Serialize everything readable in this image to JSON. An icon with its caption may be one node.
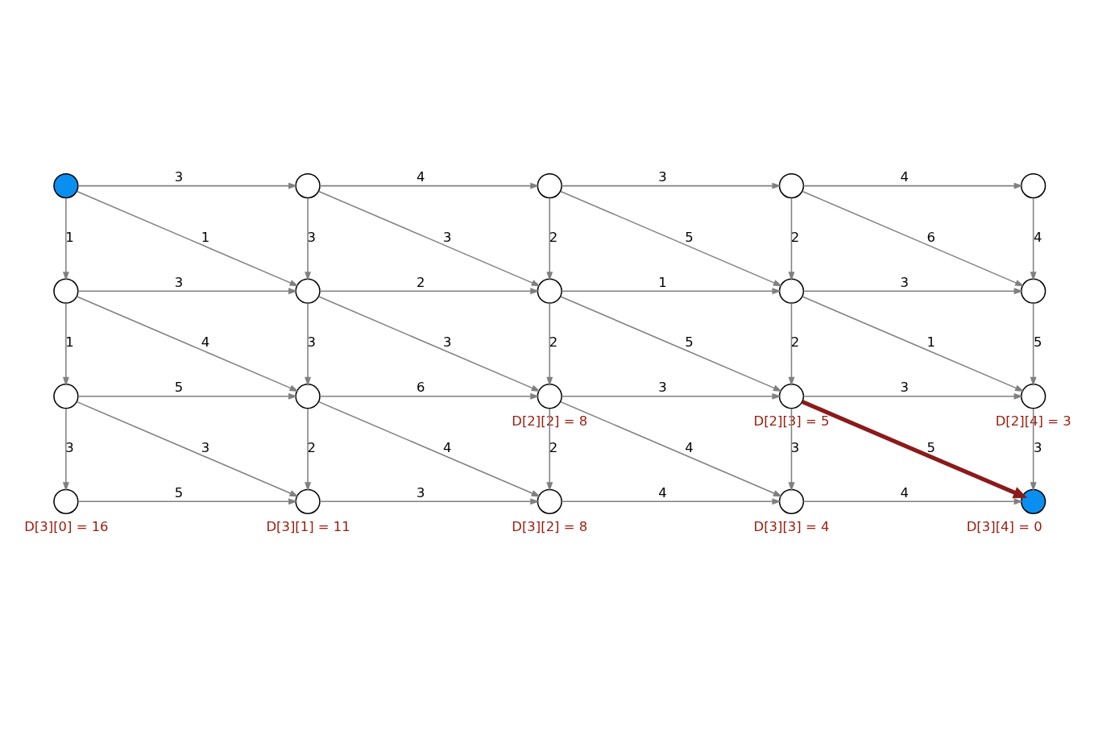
{
  "diagram": {
    "nodes": [
      {
        "text": [],
        "shape": "circle"
      },
      {
        "text": [],
        "shape": "circle"
      },
      {
        "text": [],
        "shape": "circle"
      },
      {
        "text": [],
        "shape": "circle"
      },
      {
        "text": [],
        "shape": "circle"
      },
      {
        "text": [],
        "shape": "circle"
      },
      {
        "text": [],
        "shape": "circle"
      },
      {
        "text": [],
        "shape": "circle"
      },
      {
        "text": [],
        "shape": "circle"
      },
      {
        "text": [],
        "shape": "circle"
      },
      {
        "text": [],
        "shape": "circle"
      },
      {
        "text": [],
        "shape": "circle"
      },
      {
        "text": [],
        "shape": "circle",
        "beside": [
          "D[2][2] = 8"
        ]
      },
      {
        "text": [],
        "shape": "circle",
        "beside": [
          "D[2][3] = 5"
        ]
      },
      {
        "text": [],
        "shape": "circle",
        "beside": [
          "D[2][4] = 3"
        ]
      },
      {
        "text": [],
        "shape": "circle",
        "beside": [
          "D[3][0] = 16"
        ]
      },
      {
        "text": [],
        "shape": "circle",
        "beside": [
          "D[3][1] = 11"
        ]
      },
      {
        "text": [],
        "shape": "circle",
        "beside": [
          "D[3][2] = 8"
        ]
      },
      {
        "text": [],
        "shape": "circle",
        "beside": [
          "D[3][3] = 4"
        ]
      },
      {
        "text": [],
        "shape": "circle",
        "beside": [
          "D[3][4] = 0"
        ]
      }
    ],
    "edges": [
      {
        "from": 0,
        "to": 1,
        "arrow": "to",
        "label": "3"
      },
      {
        "from": 1,
        "to": 2,
        "arrow": "to",
        "label": "4"
      },
      {
        "from": 2,
        "to": 3,
        "arrow": "to",
        "label": "3"
      },
      {
        "from": 3,
        "to": 4,
        "arrow": "to",
        "label": "4"
      },
      {
        "from": 0,
        "to": 5,
        "arrow": "to",
        "label": "1"
      },
      {
        "from": 0,
        "to": 6,
        "arrow": "to",
        "label": "1"
      },
      {
        "from": 1,
        "to": 6,
        "arrow": "to",
        "label": "3"
      },
      {
        "from": 1,
        "to": 7,
        "arrow": "to",
        "label": "3"
      },
      {
        "from": 2,
        "to": 7,
        "arrow": "to",
        "label": "2"
      },
      {
        "from": 2,
        "to": 8,
        "arrow": "to",
        "label": "5"
      },
      {
        "from": 3,
        "to": 8,
        "arrow": "to",
        "label": "2"
      },
      {
        "from": 3,
        "to": 9,
        "arrow": "to",
        "label": "6"
      },
      {
        "from": 4,
        "to": 9,
        "arrow": "to",
        "label": "4"
      },
      {
        "from": 5,
        "to": 6,
        "arrow": "to",
        "label": "3"
      },
      {
        "from": 6,
        "to": 7,
        "arrow": "to",
        "label": "2"
      },
      {
        "from": 7,
        "to": 8,
        "arrow": "to",
        "label": "1"
      },
      {
        "from": 8,
        "to": 9,
        "arrow": "to",
        "label": "3"
      },
      {
        "from": 5,
        "to": 10,
        "arrow": "to",
        "label": "1"
      },
      {
        "from": 5,
        "to": 11,
        "arrow": "to",
        "label": "4"
      },
      {
        "from": 6,
        "to": 11,
        "arrow": "to",
        "label": "3"
      },
      {
        "from": 6,
        "to": 12,
        "arrow": "to",
        "label": "3"
      },
      {
        "from": 7,
        "to": 12,
        "arrow": "to",
        "label": "2"
      },
      {
        "from": 7,
        "to": 13,
        "arrow": "to",
        "label": "5"
      },
      {
        "from": 8,
        "to": 13,
        "arrow": "to",
        "label": "2"
      },
      {
        "from": 8,
        "to": 14,
        "arrow": "to",
        "label": "1"
      },
      {
        "from": 9,
        "to": 14,
        "arrow": "to",
        "label": "5"
      },
      {
        "from": 10,
        "to": 11,
        "arrow": "to",
        "label": "5"
      },
      {
        "from": 11,
        "to": 12,
        "arrow": "to",
        "label": "6"
      },
      {
        "from": 12,
        "to": 13,
        "arrow": "to",
        "label": "3"
      },
      {
        "from": 13,
        "to": 14,
        "arrow": "to",
        "label": "3"
      },
      {
        "from": 10,
        "to": 15,
        "arrow": "to",
        "label": "3"
      },
      {
        "from": 10,
        "to": 16,
        "arrow": "to",
        "label": "3"
      },
      {
        "from": 11,
        "to": 16,
        "arrow": "to",
        "label": "2"
      },
      {
        "from": 11,
        "to": 17,
        "arrow": "to",
        "label": "4"
      },
      {
        "from": 12,
        "to": 17,
        "arrow": "to",
        "label": "2"
      },
      {
        "from": 12,
        "to": 18,
        "arrow": "to",
        "label": "4"
      },
      {
        "from": 13,
        "to": 18,
        "arrow": "to",
        "label": "3"
      },
      {
        "from": 13,
        "to": 19,
        "arrow": "to",
        "label": "5",
        "style": "thick",
        "color": "#8b1a1a"
      },
      {
        "from": 14,
        "to": 19,
        "arrow": "to",
        "label": "3"
      },
      {
        "from": 15,
        "to": 16,
        "arrow": "to",
        "label": "5"
      },
      {
        "from": 16,
        "to": 17,
        "arrow": "to",
        "label": "3"
      },
      {
        "from": 17,
        "to": 18,
        "arrow": "to",
        "label": "4"
      },
      {
        "from": 18,
        "to": 19,
        "arrow": "to",
        "label": "4"
      }
    ]
  }
}
